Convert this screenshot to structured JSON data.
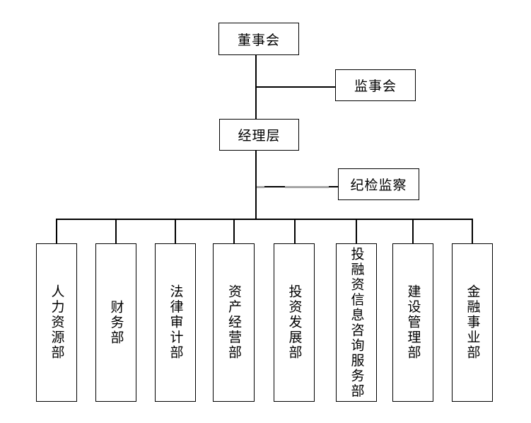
{
  "diagram": {
    "type": "org-chart",
    "language": "zh-CN"
  },
  "nodes": {
    "board": {
      "label": "董事会"
    },
    "supervisory": {
      "label": "监事会"
    },
    "management": {
      "label": "经理层"
    },
    "discipline": {
      "label": "纪检监察"
    },
    "departments": [
      {
        "label": "人力资源部"
      },
      {
        "label": "财务部"
      },
      {
        "label": "法律审计部"
      },
      {
        "label": "资产经营部"
      },
      {
        "label": "投资发展部"
      },
      {
        "label": "投融资信息咨询服务部"
      },
      {
        "label": "建设管理部"
      },
      {
        "label": "金融事业部"
      }
    ]
  },
  "colors": {
    "line": "#000000",
    "line_gray": "#a6a6a6",
    "box_border": "#000000",
    "box_background": "#ffffff",
    "text": "#000000",
    "page_background": "#ffffff"
  }
}
